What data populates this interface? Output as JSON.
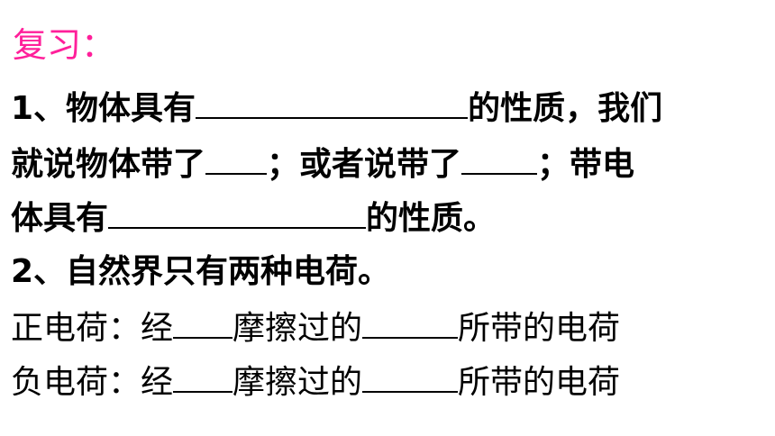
{
  "title": "复习：",
  "accent_color": "#ff1f9a",
  "q1": {
    "l1_a": "1、物体具有",
    "l1_b": "的性质，我们",
    "l2_a": "就说物体带了",
    "l2_b": "；或者说带了",
    "l2_c": "；带电",
    "l3_a": "体具有",
    "l3_b": "的性质。"
  },
  "q2": {
    "intro": "2、自然界只有两种电荷。",
    "pos_label": "正电荷：经",
    "pos_mid": "摩擦过的",
    "pos_end": "所带的电荷",
    "neg_label": "负电荷：经",
    "neg_mid": "摩擦过的",
    "neg_end": "所带的电荷"
  }
}
